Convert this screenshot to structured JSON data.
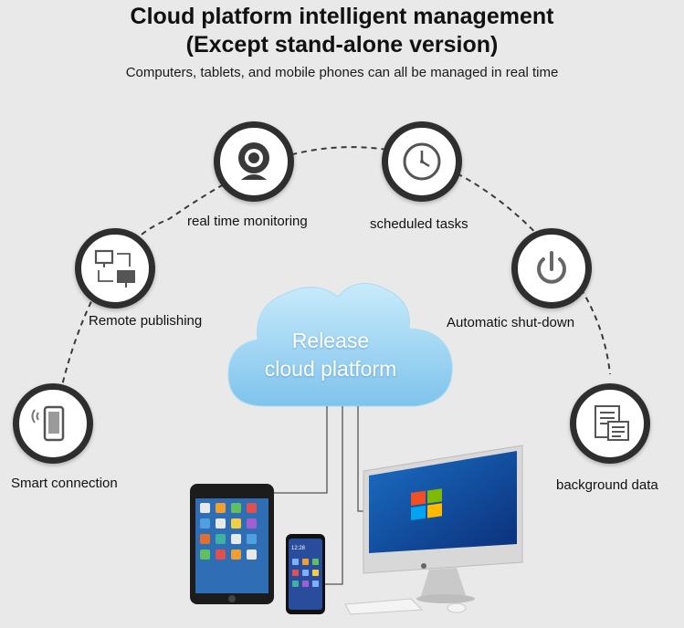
{
  "header": {
    "title_line1": "Cloud platform intelligent management",
    "title_line2": "(Except stand-alone version)",
    "subtitle": "Computers, tablets, and mobile phones can all be managed in real time"
  },
  "cloud": {
    "line1": "Release",
    "line2": "cloud platform",
    "color": "#9fd6f3"
  },
  "features": [
    {
      "label": "Smart connection",
      "icon": "smartphone-icon"
    },
    {
      "label": "Remote publishing",
      "icon": "network-computers-icon"
    },
    {
      "label": "real time monitoring",
      "icon": "webcam-icon"
    },
    {
      "label": "scheduled tasks",
      "icon": "clock-icon"
    },
    {
      "label": "Automatic shut-down",
      "icon": "power-icon"
    },
    {
      "label": "background data",
      "icon": "data-document-icon"
    }
  ],
  "devices": {
    "phone_time": "12:28"
  }
}
